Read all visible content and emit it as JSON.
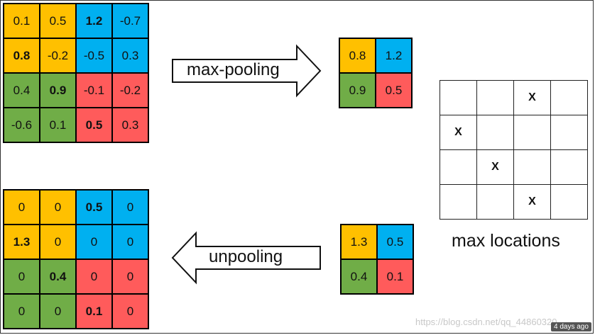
{
  "input_matrix": [
    [
      {
        "v": "0.1",
        "c": "yellow",
        "b": false
      },
      {
        "v": "0.5",
        "c": "yellow",
        "b": false
      },
      {
        "v": "1.2",
        "c": "blue",
        "b": true
      },
      {
        "v": "-0.7",
        "c": "blue",
        "b": false
      }
    ],
    [
      {
        "v": "0.8",
        "c": "yellow",
        "b": true
      },
      {
        "v": "-0.2",
        "c": "yellow",
        "b": false
      },
      {
        "v": "-0.5",
        "c": "blue",
        "b": false
      },
      {
        "v": "0.3",
        "c": "blue",
        "b": false
      }
    ],
    [
      {
        "v": "0.4",
        "c": "green",
        "b": false
      },
      {
        "v": "0.9",
        "c": "green",
        "b": true
      },
      {
        "v": "-0.1",
        "c": "red",
        "b": false
      },
      {
        "v": "-0.2",
        "c": "red",
        "b": false
      }
    ],
    [
      {
        "v": "-0.6",
        "c": "green",
        "b": false
      },
      {
        "v": "0.1",
        "c": "green",
        "b": false
      },
      {
        "v": "0.5",
        "c": "red",
        "b": true
      },
      {
        "v": "0.3",
        "c": "red",
        "b": false
      }
    ]
  ],
  "pooled_matrix": [
    [
      {
        "v": "0.8",
        "c": "yellow"
      },
      {
        "v": "1.2",
        "c": "blue"
      }
    ],
    [
      {
        "v": "0.9",
        "c": "green"
      },
      {
        "v": "0.5",
        "c": "red"
      }
    ]
  ],
  "max_locations": {
    "marks": [
      [
        "",
        "",
        "X",
        ""
      ],
      [
        "X",
        "",
        "",
        ""
      ],
      [
        "",
        "X",
        "",
        ""
      ],
      [
        "",
        "",
        "X",
        ""
      ]
    ],
    "label": "max locations"
  },
  "small_matrix": [
    [
      {
        "v": "1.3",
        "c": "yellow"
      },
      {
        "v": "0.5",
        "c": "blue"
      }
    ],
    [
      {
        "v": "0.4",
        "c": "green"
      },
      {
        "v": "0.1",
        "c": "red"
      }
    ]
  ],
  "output_matrix": [
    [
      {
        "v": "0",
        "c": "yellow",
        "b": false
      },
      {
        "v": "0",
        "c": "yellow",
        "b": false
      },
      {
        "v": "0.5",
        "c": "blue",
        "b": true
      },
      {
        "v": "0",
        "c": "blue",
        "b": false
      }
    ],
    [
      {
        "v": "1.3",
        "c": "yellow",
        "b": true
      },
      {
        "v": "0",
        "c": "yellow",
        "b": false
      },
      {
        "v": "0",
        "c": "blue",
        "b": false
      },
      {
        "v": "0",
        "c": "blue",
        "b": false
      }
    ],
    [
      {
        "v": "0",
        "c": "green",
        "b": false
      },
      {
        "v": "0.4",
        "c": "green",
        "b": true
      },
      {
        "v": "0",
        "c": "red",
        "b": false
      },
      {
        "v": "0",
        "c": "red",
        "b": false
      }
    ],
    [
      {
        "v": "0",
        "c": "green",
        "b": false
      },
      {
        "v": "0",
        "c": "green",
        "b": false
      },
      {
        "v": "0.1",
        "c": "red",
        "b": true
      },
      {
        "v": "0",
        "c": "red",
        "b": false
      }
    ]
  ],
  "arrows": {
    "maxpool_label": "max-pooling",
    "unpool_label": "unpooling"
  },
  "colors": {
    "yellow": "#FFC000",
    "blue": "#00B0F0",
    "green": "#70AD47",
    "red": "#FF5B5B"
  },
  "watermark": "https://blog.csdn.net/qq_44860320",
  "timestamp": "4 days ago"
}
